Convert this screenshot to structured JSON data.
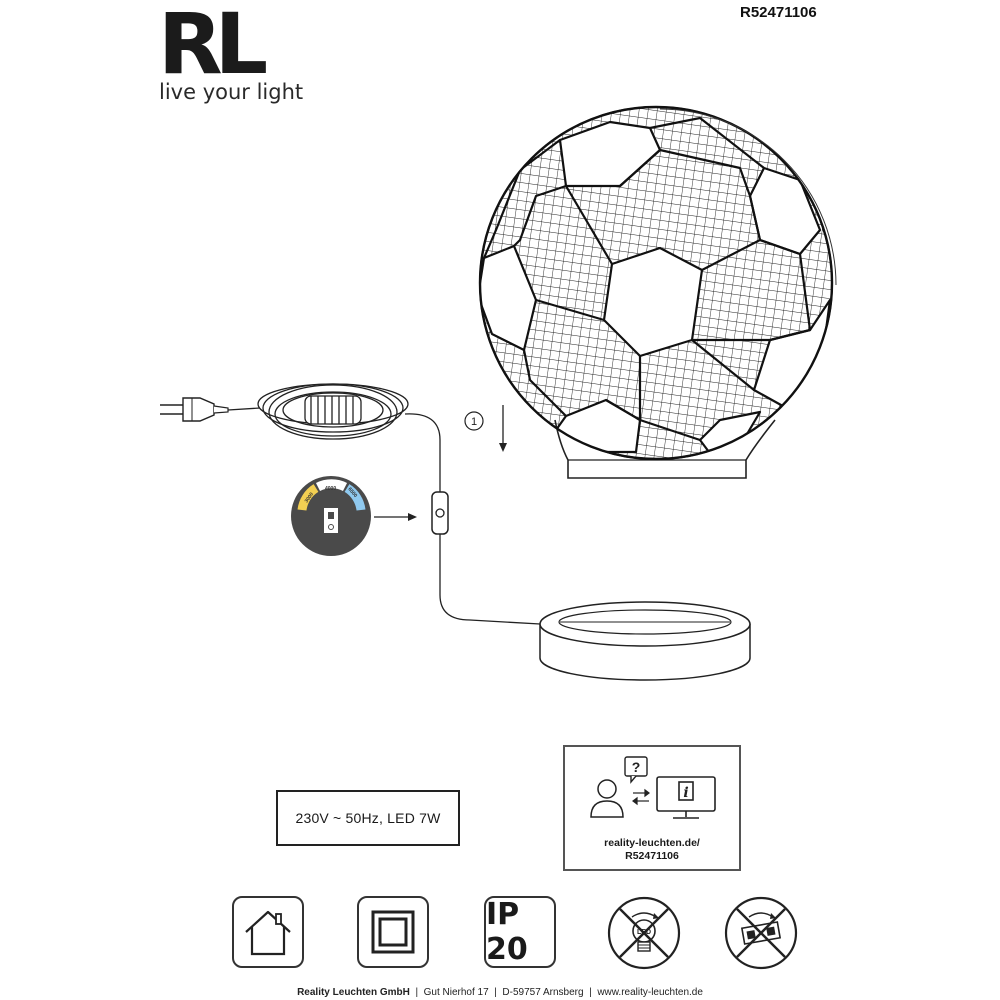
{
  "header": {
    "logo_mark": "RL",
    "logo_tagline": "live your light",
    "article_number": "R52471106"
  },
  "diagram": {
    "step_number": "1",
    "temperatures": [
      "3000",
      "4000",
      "6500"
    ]
  },
  "specs": {
    "text": "230V ~ 50Hz, LED 7W"
  },
  "info": {
    "url_line1": "reality-leuchten.de/",
    "url_line2": "R52471106"
  },
  "icons": {
    "ip_rating": "IP 20",
    "indoor": "house-icon",
    "protection_class": "double-square-icon",
    "led_not_replaceable": "led-bulb-crossed-icon",
    "driver_not_replaceable": "driver-crossed-icon"
  },
  "footer": {
    "company": "Reality Leuchten GmbH",
    "address": "Gut Nierhof 17",
    "city": "D-59757 Arnsberg",
    "website": "www.reality-leuchten.de",
    "separator": "|"
  }
}
